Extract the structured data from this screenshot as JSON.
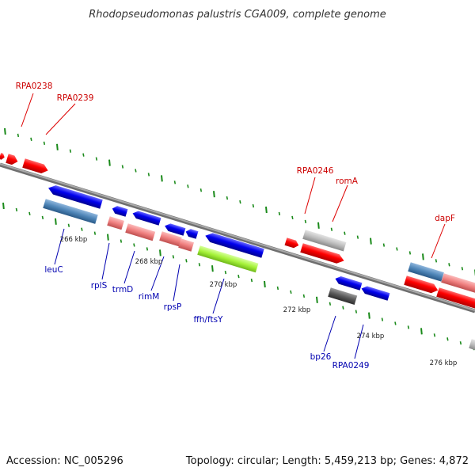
{
  "title": "Rhodopseudomonas palustris CGA009, complete genome",
  "footer": {
    "accession": "Accession: NC_005296",
    "summary": "Topology: circular; Length: 5,459,213 bp; Genes: 4,872"
  },
  "colors": {
    "backbone": "#8c8c8c",
    "tick_mark": "#1a8a1a",
    "label_red": "#cc0000",
    "label_blue": "#0000b0",
    "gene_red": "#ff0000",
    "gene_blue": "#0000ee",
    "gene_pink": "#f08080",
    "gene_steel": "#4f86b8",
    "gene_lime": "#a6f23a",
    "gene_grey": "#b8b8b8",
    "gene_dark": "#5a5a5a"
  },
  "ticks": [
    "266 kbp",
    "268 kbp",
    "270 kbp",
    "272 kbp",
    "274 kbp",
    "276 kbp"
  ],
  "labels_top": [
    "RPA0238",
    "RPA0239",
    "RPA0246",
    "romA",
    "dapF"
  ],
  "labels_bottom": [
    "leuC",
    "rplS",
    "trmD",
    "rimM",
    "rpsP",
    "ffh/ftsY",
    "bp26",
    "RPA0249"
  ]
}
